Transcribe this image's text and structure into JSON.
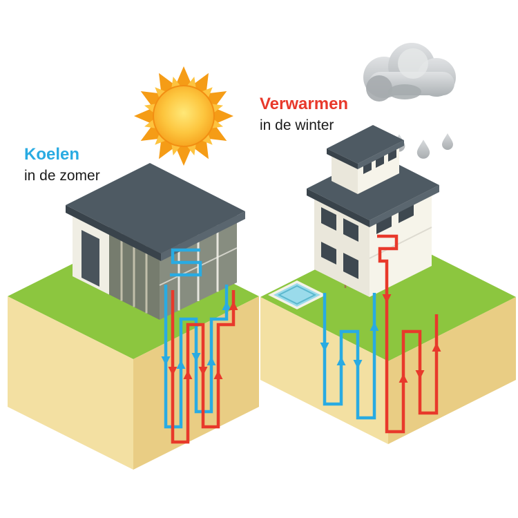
{
  "labels": {
    "cooling": {
      "title": "Koelen",
      "subtitle": "in de zomer",
      "color": "#29ABE2",
      "subtitle_color": "#1A1A1A"
    },
    "heating": {
      "title": "Verwarmen",
      "subtitle": "in de winter",
      "color": "#E8392B",
      "subtitle_color": "#1A1A1A"
    }
  },
  "colors": {
    "pipe_cold": "#29ABE2",
    "pipe_hot": "#E8392B",
    "grass": "#8CC63F",
    "soil_light": "#F3E0A2",
    "soil_dark": "#E9CD84",
    "roof": "#4E5A63",
    "roof_shadow": "#39434B",
    "roof_light": "#5A666F",
    "wall_white": "#F0EEE4",
    "wall_light": "#F6F4EA",
    "glass_dark": "#767C6E",
    "glass_mid": "#878D80",
    "window_dark": "#3E4850",
    "sun_ray": "#F59C16",
    "sun_flame": "#FDC33F",
    "cloud_gray": "#C9CDD0",
    "pool_water": "#9ADBEB",
    "umbrella_red": "#E8392B",
    "chair_tan": "#E2B869"
  }
}
